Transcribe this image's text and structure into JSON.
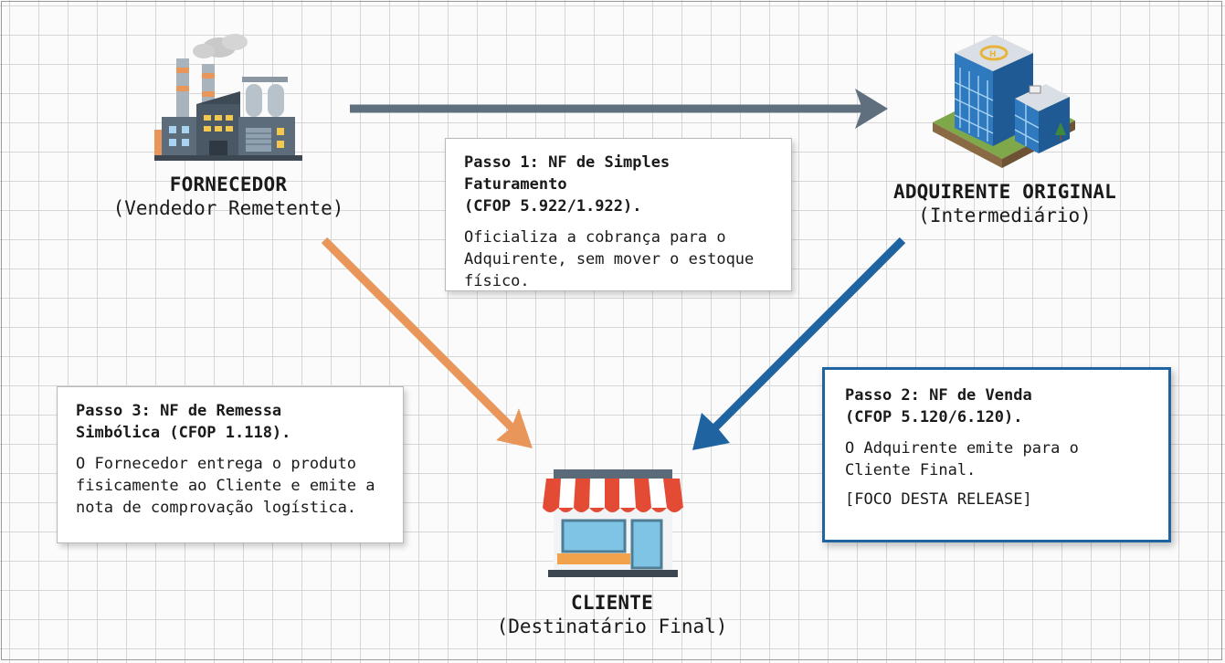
{
  "nodes": {
    "fornecedor": {
      "title": "FORNECEDOR",
      "subtitle": "(Vendedor Remetente)"
    },
    "adquirente": {
      "title": "ADQUIRENTE ORIGINAL",
      "subtitle": "(Intermediário)"
    },
    "cliente": {
      "title": "CLIENTE",
      "subtitle": "(Destinatário Final)"
    }
  },
  "steps": {
    "passo1": {
      "title_line1": "Passo 1: NF de Simples Faturamento",
      "title_line2": "(CFOP 5.922/1.922).",
      "body": "Oficializa a cobrança para o Adquirente, sem mover o estoque físico."
    },
    "passo2": {
      "title_line1": "Passo 2: NF de Venda",
      "title_line2": "(CFOP 5.120/6.120).",
      "body": "O Adquirente emite para o Cliente Final.",
      "tag": "[FOCO DESTA RELEASE]"
    },
    "passo3": {
      "title_line1": "Passo 3: NF de Remessa",
      "title_line2": "Simbólica (CFOP 1.118).",
      "body": "O Fornecedor entrega o produto fisicamente ao Cliente e emite a nota de comprovação logística."
    }
  },
  "icons": {
    "fornecedor": "factory-icon",
    "adquirente": "office-building-icon",
    "cliente": "storefront-icon"
  },
  "colors": {
    "passo1_arrow": "#5f6f7e",
    "passo2_arrow": "#1f64a0",
    "passo3_arrow": "#e8965a",
    "highlight_border": "#1f64a0"
  }
}
